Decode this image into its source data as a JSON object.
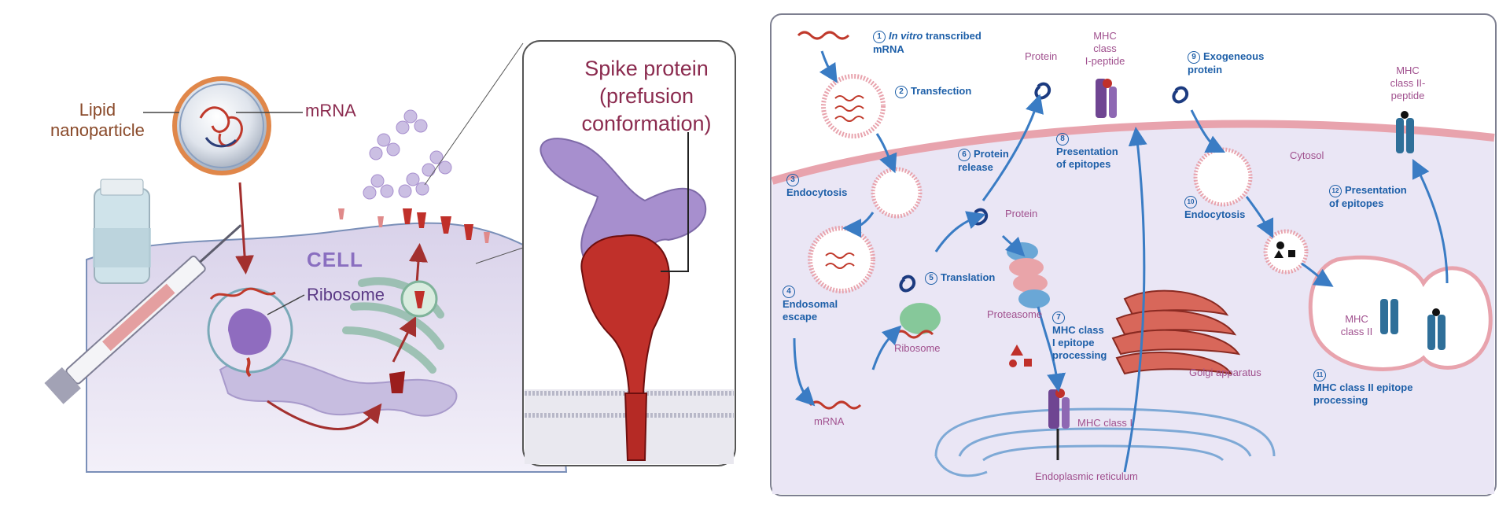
{
  "left_panel": {
    "lipid_nanoparticle": "Lipid\nnanoparticle",
    "mrna": "mRNA",
    "cell": "CELL",
    "ribosome": "Ribosome",
    "spike_protein": "Spike protein\n(prefusion\nconformation)"
  },
  "right_panel": {
    "steps": [
      {
        "num": "1",
        "label_italic": "In vitro",
        "label": " transcribed\nmRNA"
      },
      {
        "num": "2",
        "label": "Transfection"
      },
      {
        "num": "3",
        "label": "Endocytosis"
      },
      {
        "num": "4",
        "label": "Endosomal\nescape"
      },
      {
        "num": "5",
        "label": "Translation"
      },
      {
        "num": "6",
        "label": "Protein\nrelease"
      },
      {
        "num": "7",
        "label": "MHC class\nI epitope\nprocessing"
      },
      {
        "num": "8",
        "label": "Presentation\nof epitopes"
      },
      {
        "num": "9",
        "label": "Exogeneous\nprotein"
      },
      {
        "num": "10",
        "label": "Endocytosis"
      },
      {
        "num": "11",
        "label": "MHC class II epitope\nprocessing"
      },
      {
        "num": "12",
        "label": "Presentation\nof epitopes"
      }
    ],
    "labels": {
      "protein_top": "Protein",
      "mhc_class_i_peptide": "MHC\nclass\nI-peptide",
      "mhc_class_ii_peptide": "MHC\nclass II-\npeptide",
      "cytosol": "Cytosol",
      "protein_mid": "Protein",
      "proteasome": "Proteasome",
      "ribosome": "Ribosome",
      "mrna": "mRNA",
      "golgi": "Golgi apparatus",
      "mhc_class_i": "MHC class I",
      "er": "Endoplasmic reticulum",
      "mhc_class_ii": "MHC\nclass II"
    }
  },
  "colors": {
    "membrane": "#e8a3ad",
    "cytoplasm": "#eae6f5",
    "blue_text": "#1d5fa8",
    "pink_text": "#a0508e",
    "spike_red": "#c0302a",
    "antibody_purple": "#a78fce"
  }
}
